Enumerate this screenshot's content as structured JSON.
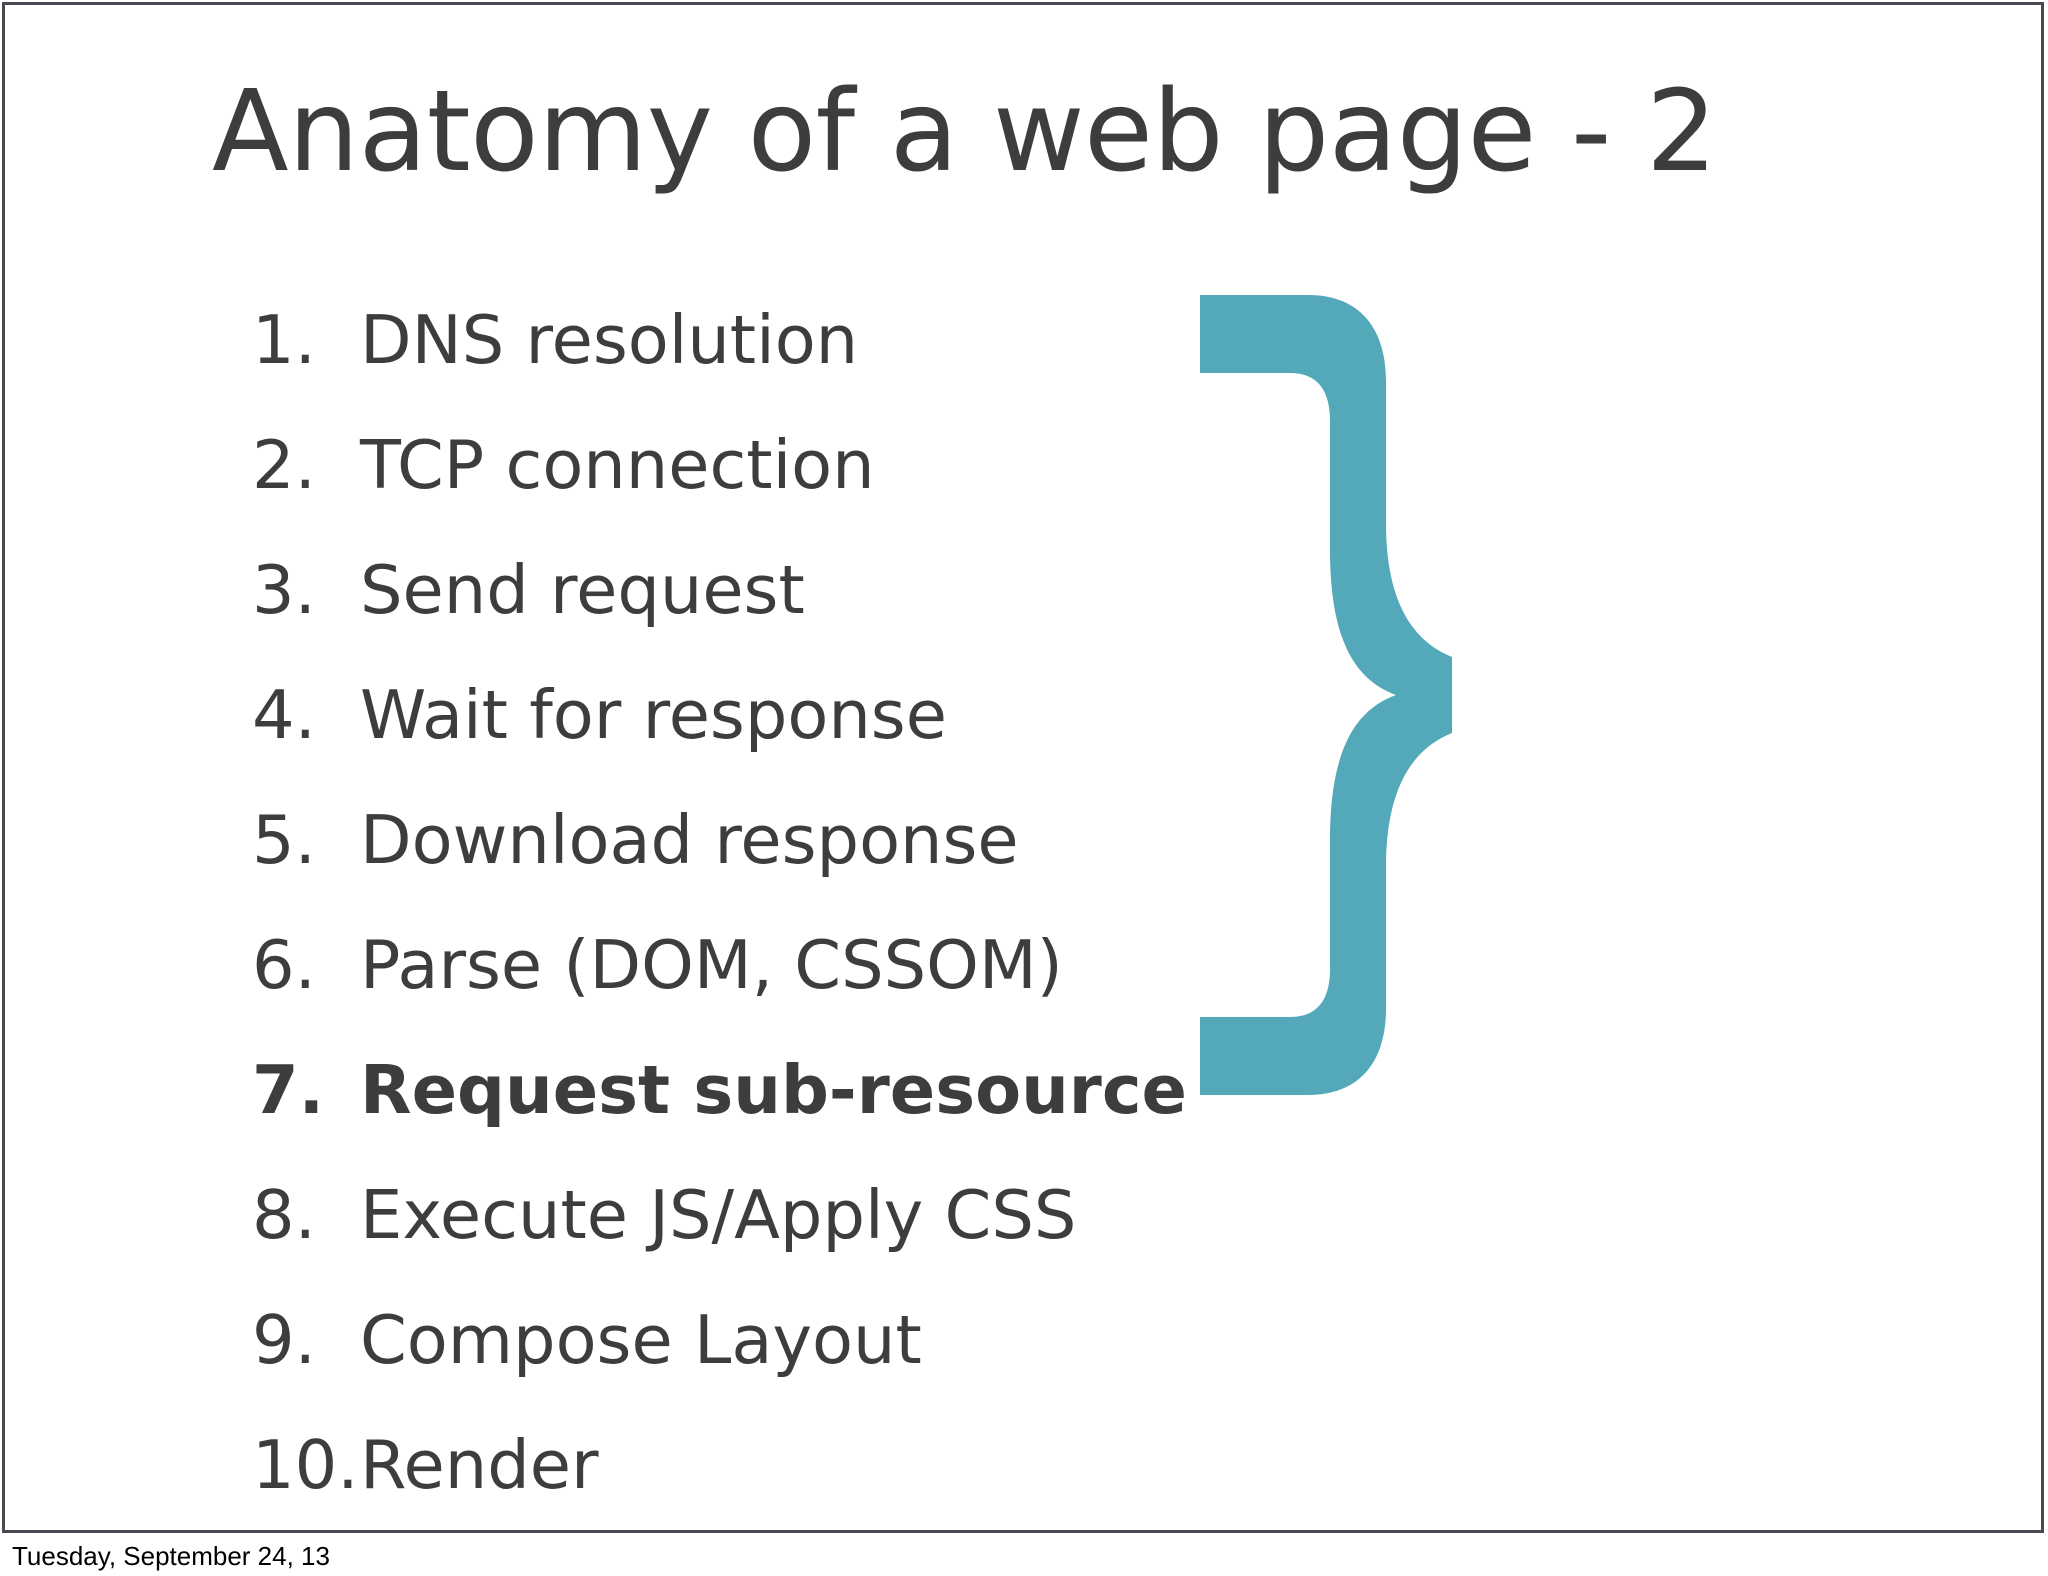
{
  "slide": {
    "title": "Anatomy of a web page - 2",
    "footnote": "Tuesday, September 24, 13",
    "background_color": "#ffffff",
    "text_color": "#3d3d3f",
    "frame_color": "#4a4a52",
    "accent_color": "#53a8b9"
  },
  "steps": [
    {
      "num": "1.",
      "label": "DNS resolution",
      "emphasized": false
    },
    {
      "num": "2.",
      "label": "TCP connection",
      "emphasized": false
    },
    {
      "num": "3.",
      "label": "Send request",
      "emphasized": false
    },
    {
      "num": "4.",
      "label": "Wait for response",
      "emphasized": false
    },
    {
      "num": "5.",
      "label": "Download response",
      "emphasized": false
    },
    {
      "num": "6.",
      "label": "Parse (DOM, CSSOM)",
      "emphasized": false
    },
    {
      "num": "7.",
      "label": "Request sub-resource",
      "emphasized": true
    },
    {
      "num": "8.",
      "label": "Execute JS/Apply CSS",
      "emphasized": false
    },
    {
      "num": "9.",
      "label": "Compose Layout",
      "emphasized": false
    },
    {
      "num": "10.",
      "label": "Render",
      "emphasized": false
    }
  ],
  "brace": {
    "icon": "curly-brace-right-icon",
    "color": "#53a8b9",
    "spans_steps": "1-7"
  }
}
